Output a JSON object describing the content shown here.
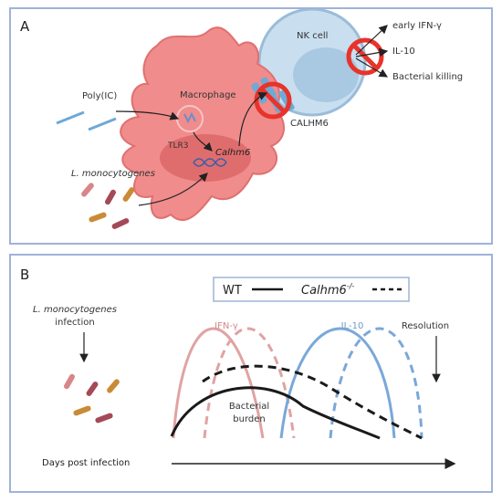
{
  "panel_a": {
    "label": "A",
    "nk_cell": "NK cell",
    "macrophage": "Macrophage",
    "polyic": "Poly(IC)",
    "tlr3": "TLR3",
    "calhm6_gene": "Calhm6",
    "calhm6_protein": "CALHM6",
    "pathogen": "L. monocytogenes",
    "outputs": [
      "early IFN-γ",
      "IL-10",
      "Bacterial killing"
    ]
  },
  "panel_b": {
    "label": "B",
    "legend_wt": "WT",
    "legend_ko": "Calhm6",
    "legend_ko_sup": "-/-",
    "infection_line1": "L. monocytogenes",
    "infection_line2": "infection",
    "ifng": "IFN-γ",
    "il10": "IL-10",
    "resolution": "Resolution",
    "burden_line1": "Bacterial",
    "burden_line2": "burden",
    "xaxis": "Days post infection"
  },
  "colors": {
    "ifng": "#e0a3a3",
    "il10": "#7aa8d8",
    "burden": "#1a1a1a",
    "border": "#9fb3d9",
    "macrophage": "#f08c8c",
    "nk": "#c9dff0",
    "block": "#e8332a"
  }
}
